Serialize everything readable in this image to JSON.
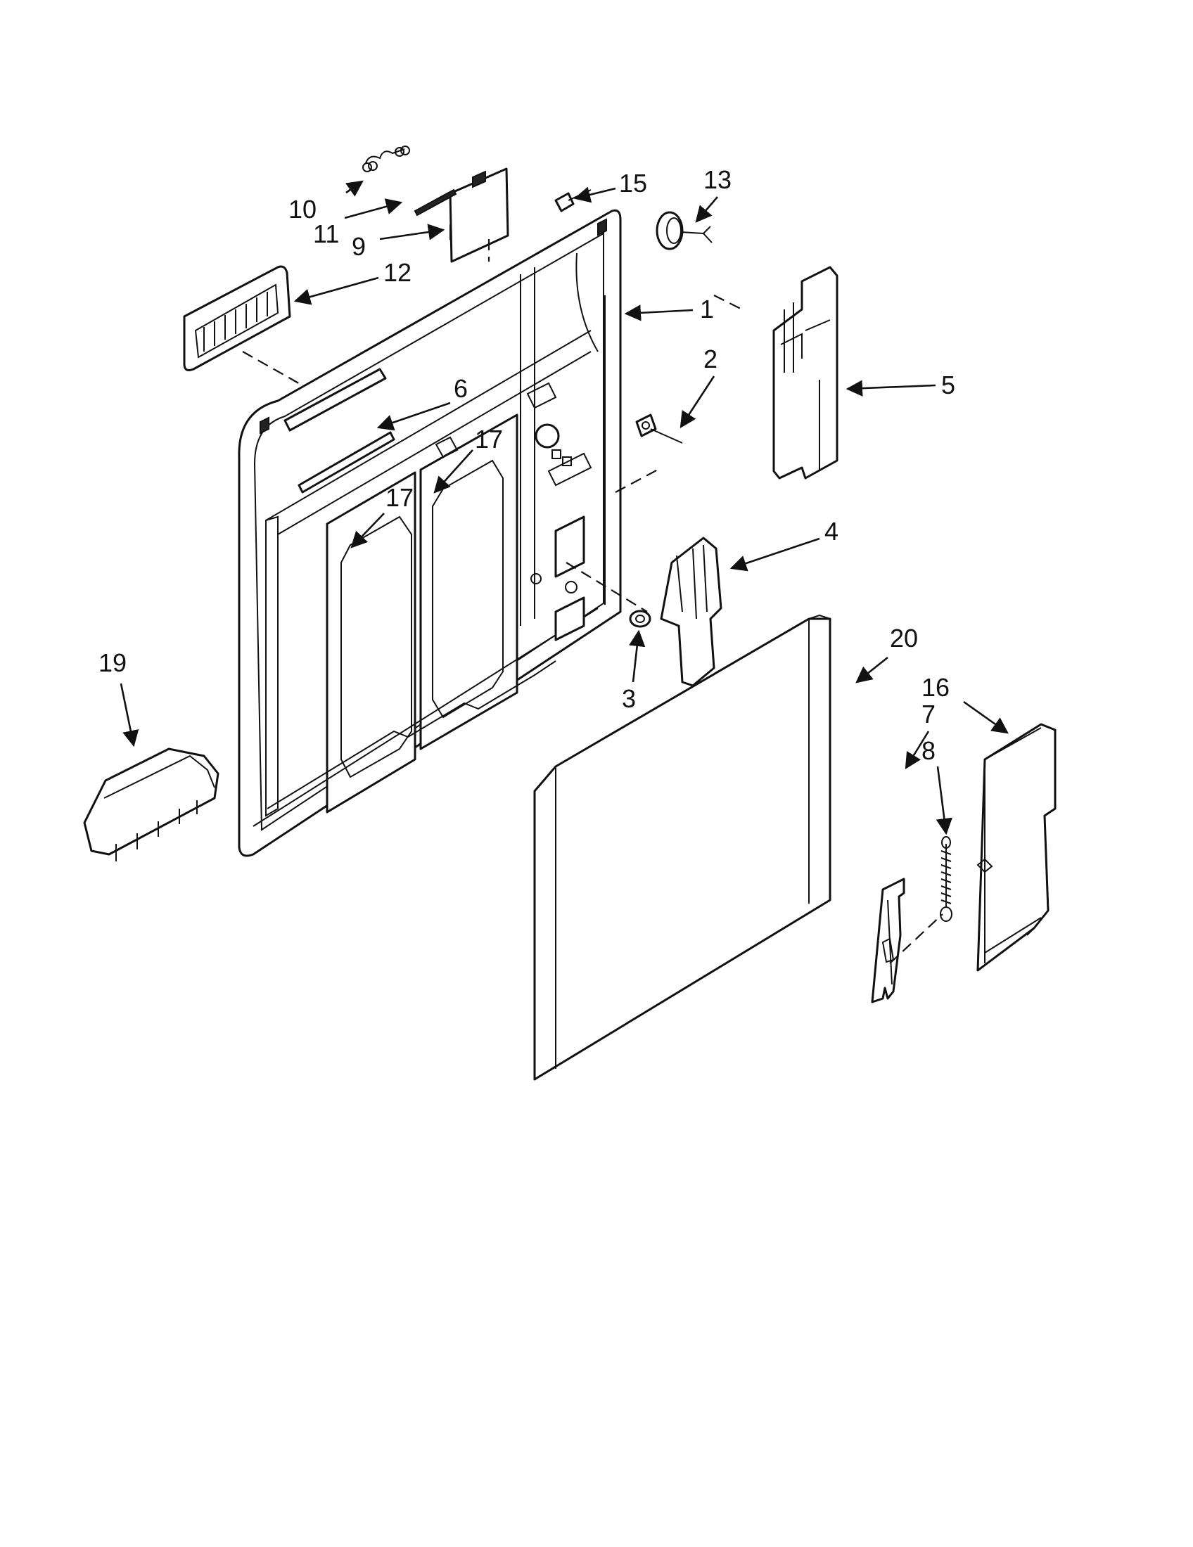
{
  "diagram": {
    "type": "exploded-parts-view",
    "line_color": "#111111",
    "background": "#ffffff"
  },
  "callouts": [
    {
      "id": "1",
      "label": "1"
    },
    {
      "id": "2",
      "label": "2"
    },
    {
      "id": "3",
      "label": "3"
    },
    {
      "id": "4",
      "label": "4"
    },
    {
      "id": "5",
      "label": "5"
    },
    {
      "id": "6",
      "label": "6"
    },
    {
      "id": "7",
      "label": "7"
    },
    {
      "id": "8",
      "label": "8"
    },
    {
      "id": "9",
      "label": "9"
    },
    {
      "id": "10",
      "label": "10"
    },
    {
      "id": "11",
      "label": "11"
    },
    {
      "id": "12",
      "label": "12"
    },
    {
      "id": "13",
      "label": "13"
    },
    {
      "id": "15",
      "label": "15"
    },
    {
      "id": "16",
      "label": "16"
    },
    {
      "id": "17a",
      "label": "17"
    },
    {
      "id": "17b",
      "label": "17"
    },
    {
      "id": "19",
      "label": "19"
    },
    {
      "id": "20",
      "label": "20"
    }
  ]
}
